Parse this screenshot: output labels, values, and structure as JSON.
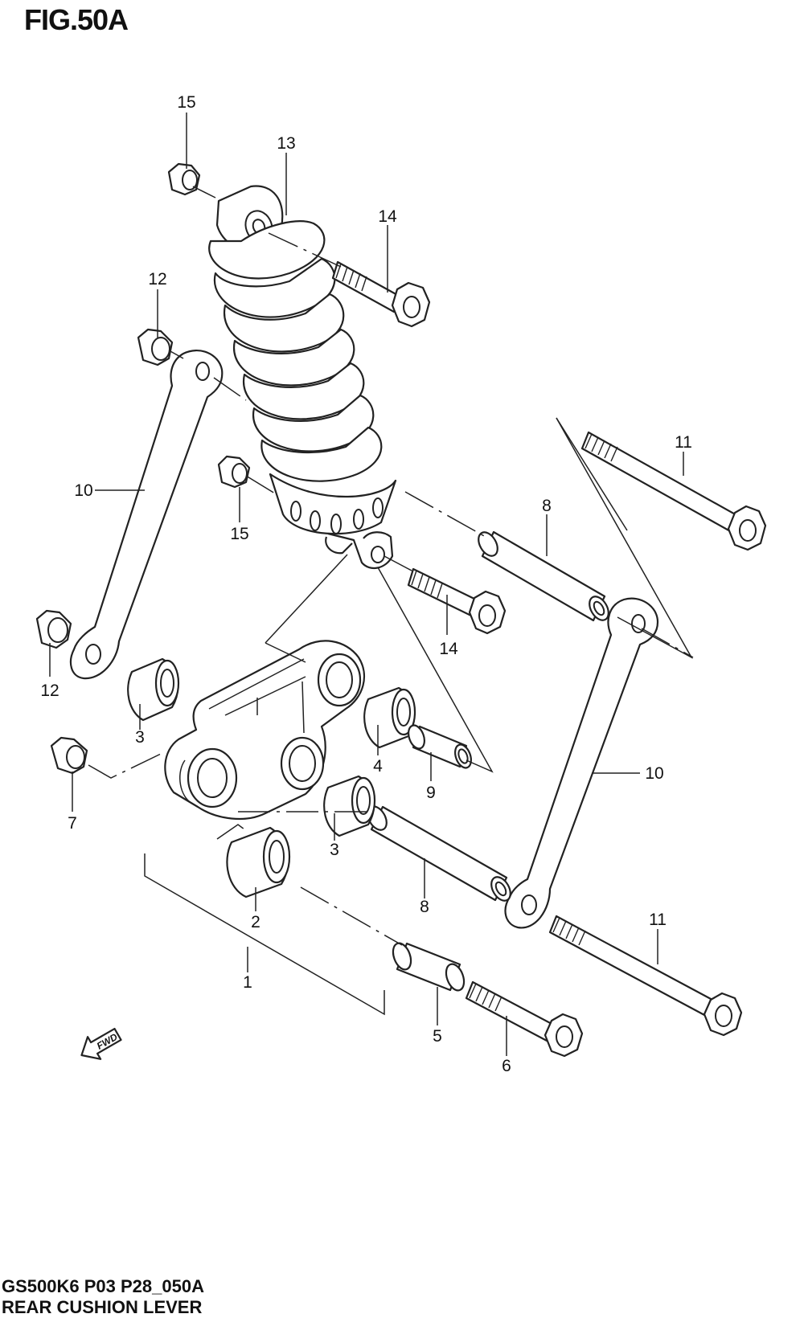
{
  "figure": {
    "title": "FIG.50A",
    "model_code": "GS500K6 P03 P28_050A",
    "name": "REAR CUSHION LEVER"
  },
  "fwd_label": "FWD",
  "callouts": [
    "1",
    "2",
    "3",
    "3",
    "4",
    "5",
    "6",
    "7",
    "8",
    "8",
    "9",
    "10",
    "10",
    "11",
    "11",
    "12",
    "12",
    "13",
    "14",
    "14",
    "15",
    "15"
  ],
  "colors": {
    "ink": "#222222",
    "paper": "#ffffff"
  }
}
